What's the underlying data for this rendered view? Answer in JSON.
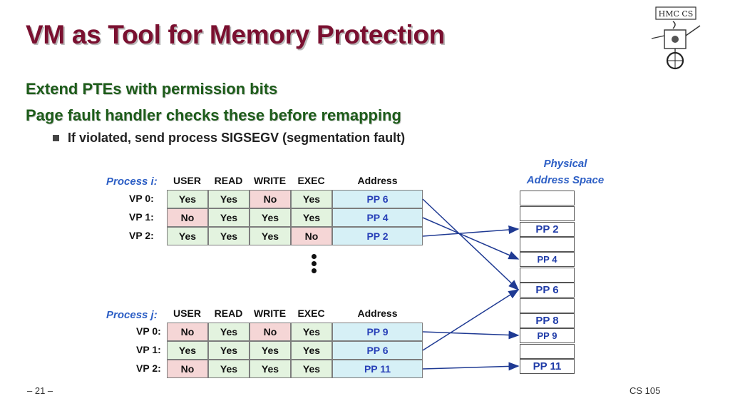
{
  "slide": {
    "title": "VM as Tool for Memory Protection",
    "bullets": [
      "Extend PTEs with permission bits",
      "Page fault handler checks these before remapping"
    ],
    "sub_bullet": "If violated, send process SIGSEGV (segmentation fault)",
    "footer_left": "– 21 –",
    "footer_right": "CS 105",
    "logo_text": "HMC CS"
  },
  "columns": [
    "USER",
    "READ",
    "WRITE",
    "EXEC",
    "Address"
  ],
  "process_i": {
    "label": "Process i:",
    "rows": [
      {
        "vp": "VP 0:",
        "user": "Yes",
        "read": "Yes",
        "write": "No",
        "exec": "Yes",
        "addr": "PP 6"
      },
      {
        "vp": "VP 1:",
        "user": "No",
        "read": "Yes",
        "write": "Yes",
        "exec": "Yes",
        "addr": "PP 4"
      },
      {
        "vp": "VP 2:",
        "user": "Yes",
        "read": "Yes",
        "write": "Yes",
        "exec": "No",
        "addr": "PP 2"
      }
    ]
  },
  "process_j": {
    "label": "Process j:",
    "rows": [
      {
        "vp": "VP 0:",
        "user": "No",
        "read": "Yes",
        "write": "No",
        "exec": "Yes",
        "addr": "PP 9"
      },
      {
        "vp": "VP 1:",
        "user": "Yes",
        "read": "Yes",
        "write": "Yes",
        "exec": "Yes",
        "addr": "PP 6"
      },
      {
        "vp": "VP 2:",
        "user": "No",
        "read": "Yes",
        "write": "Yes",
        "exec": "Yes",
        "addr": "PP 11"
      }
    ]
  },
  "physical": {
    "title_line1": "Physical",
    "title_line2": "Address Space",
    "blocks": [
      "",
      "",
      "PP 2",
      "",
      "PP 4",
      "",
      "PP 6",
      "",
      "PP 8",
      "PP 9",
      "",
      "PP 11"
    ]
  },
  "colors": {
    "title": "#7a1030",
    "bullet": "#1d5c1a",
    "label_blue": "#2d5fc5",
    "yes_bg": "#e3f3df",
    "no_bg": "#f5d6d6",
    "addr_bg": "#d6f0f6"
  }
}
